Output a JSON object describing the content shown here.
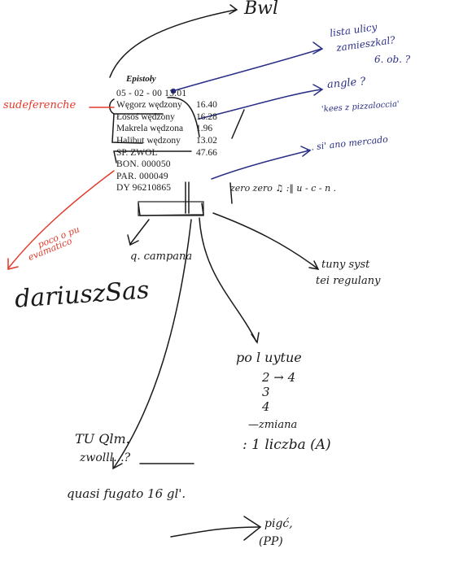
{
  "receipt": {
    "title": "Epistoły",
    "datetime": "05 - 02 - 00  13:01",
    "items": [
      {
        "name": "Węgorz wędzony",
        "price": "16.40"
      },
      {
        "name": "Łosoś wędzony",
        "price": "16.28"
      },
      {
        "name": "Makrela wędzona",
        "price": "1.96"
      },
      {
        "name": "Halibut wędzony",
        "price": "13.02"
      }
    ],
    "sp_line": "SP. ZWOL",
    "sp_value": "47.66",
    "bon": "BON. 000050",
    "par": "PAR. 000049",
    "dy": "DY 96210865"
  },
  "annotations": {
    "top_black": "Bwl",
    "blue_top_right": [
      "lista ulicy",
      "zamieszkal?",
      "6. ob. ?"
    ],
    "blue_middle": [
      "angle ?",
      "'kees z pizzaloccia'"
    ],
    "blue_lower": "... si' ano mercado",
    "red_left": "sudeferenche",
    "red_lower": [
      "poco o pu",
      "evamatico"
    ],
    "black_mark": "zero zero ♫ :‖  u - c - n .",
    "q_campana": "q. campana",
    "signature": "dariuszSas",
    "right_text": [
      "tuny syst",
      "tei regulany"
    ],
    "list_title": "po l uytue",
    "list_items": [
      "2 → 4",
      "3",
      "4"
    ],
    "list_footer": [
      "—zmiana",
      ": 1 liczba (A)"
    ],
    "tu_qui": [
      "TU Qlm.",
      "zwolll...?"
    ],
    "quasi": "quasi fugato 16 gl'.",
    "pisc": [
      "pigć,",
      "(PP)"
    ]
  }
}
